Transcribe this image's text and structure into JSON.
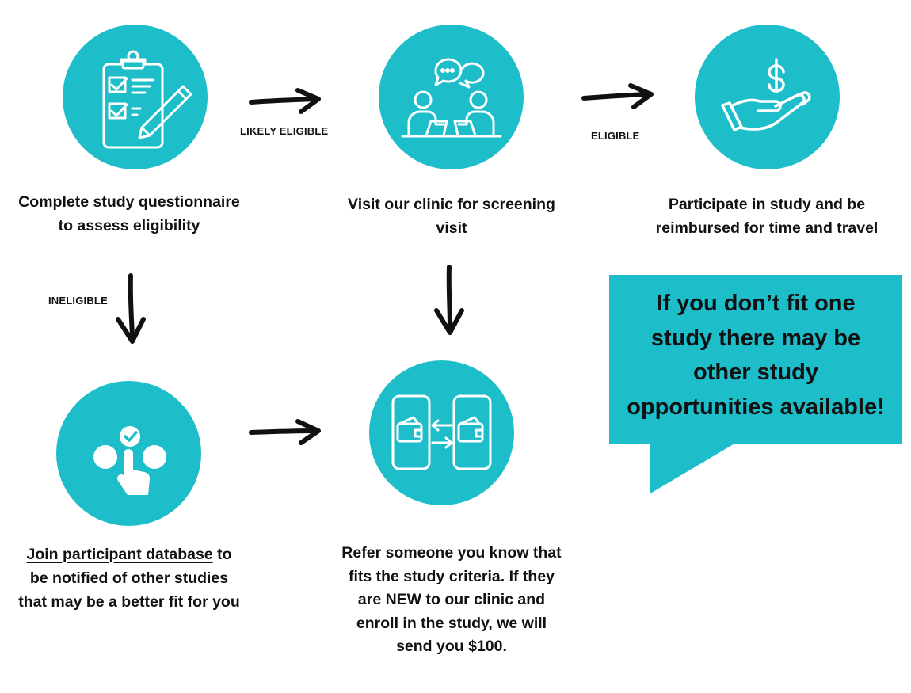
{
  "steps": {
    "questionnaire": {
      "icon": "clipboard-checklist-icon",
      "caption_line1": "Complete study questionnaire",
      "caption_line2": "to assess eligibility"
    },
    "clinic": {
      "icon": "consultation-icon",
      "caption_line1": "Visit our clinic for screening",
      "caption_line2": "visit"
    },
    "participate": {
      "icon": "money-hand-icon",
      "caption_line1": "Participate in study and be",
      "caption_line2": "reimbursed for time and travel"
    },
    "database": {
      "icon": "select-option-icon",
      "caption_link": "Join participant database",
      "caption_rest1": " to",
      "caption_line2": "be notified of other studies",
      "caption_line3": "that may be a better fit for you"
    },
    "refer": {
      "icon": "wallet-transfer-icon",
      "caption_line1": "Refer someone you know that",
      "caption_line2": "fits the study criteria. If they",
      "caption_line3": "are NEW to our clinic and",
      "caption_line4": "enroll in the study, we will",
      "caption_line5": "send you $100."
    }
  },
  "edges": {
    "likely_eligible": "LIKELY ELIGIBLE",
    "eligible": "ELIGIBLE",
    "ineligible": "INELIGIBLE"
  },
  "callout": {
    "line1": "If you don’t fit one",
    "line2": "study there may be",
    "line3": "other study",
    "line4": "opportunities available!"
  },
  "colors": {
    "teal": "#1dbdc9",
    "ink": "#111111",
    "icon_stroke": "#ffffff"
  }
}
